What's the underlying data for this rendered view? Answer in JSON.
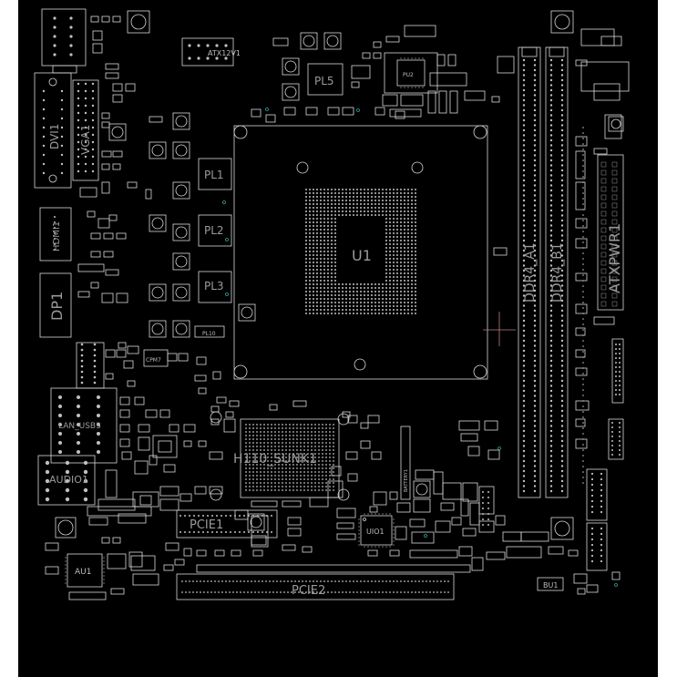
{
  "colors": {
    "background": "#000000",
    "outline": "#d9d9d9",
    "label": "#9a9a9a",
    "marker": "#c08080",
    "via": "#3aa0a0"
  },
  "labels": {
    "atx12v": "ATX12V1",
    "pl5": "PL5",
    "pl1": "PL1",
    "pl2": "PL2",
    "pl3": "PL3",
    "cpu": "U1",
    "ddr4_a": "DDR4_A1",
    "ddr4_b": "DDR4_B1",
    "atxpwr": "ATXPWR1",
    "dvi": "DVI1",
    "vga": "VGA1",
    "hdmi": "HDMI1",
    "dp": "DP1",
    "lan_usb": "LAN_USB3",
    "audio": "AUDIO1",
    "pch": "H110_SUNK1",
    "battery": "BATTERY1",
    "pcie1": "PCIE1",
    "pcie2": "PCIE2",
    "uio": "UIO1",
    "au": "AU1",
    "bu": "BU1",
    "pu": "PU2",
    "pl10": "PL10",
    "cpm": "CPM7"
  }
}
